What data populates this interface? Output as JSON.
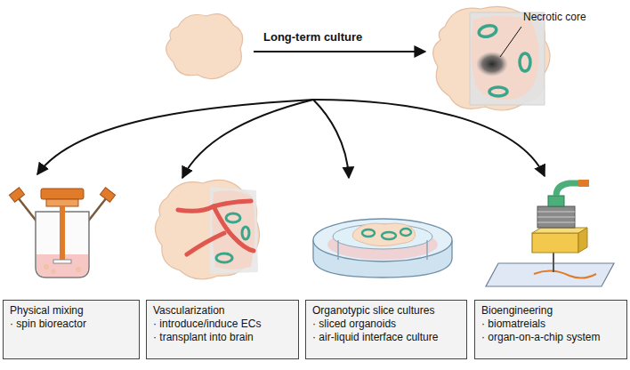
{
  "diagram": {
    "nodes": [
      {
        "text": [
          "Physical mixing",
          "· spin bioreactor"
        ]
      },
      {
        "text": [
          "Vascularization",
          "· introduce/induce ECs",
          "· transplant into brain"
        ]
      },
      {
        "text": [
          "Organotypic slice cultures",
          "· sliced organoids",
          "· air-liquid interface culture"
        ]
      },
      {
        "text": [
          "Bioengineering",
          "· biomatreials",
          "· organ-on-a-chip system"
        ]
      }
    ],
    "labels": [
      "Long-term culture",
      "Necrotic core"
    ]
  }
}
